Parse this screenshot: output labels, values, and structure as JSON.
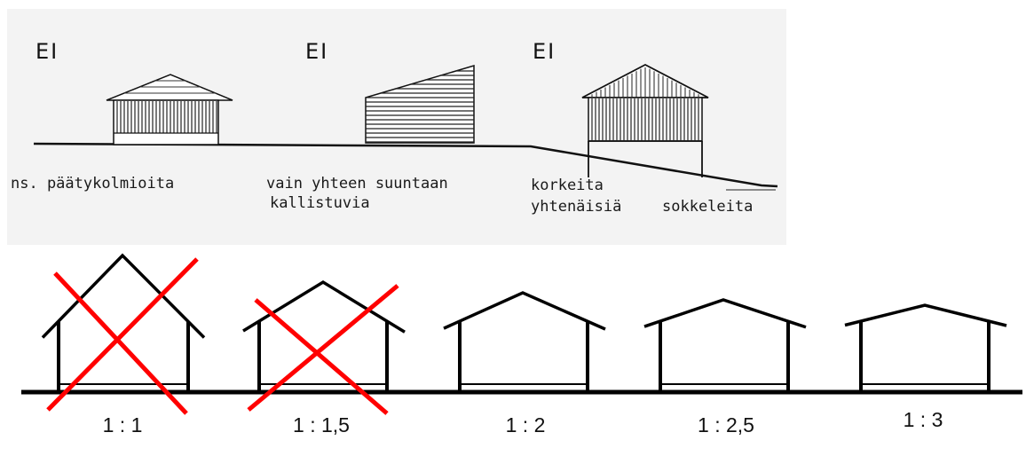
{
  "scan": {
    "ei_labels": [
      "EI",
      "EI",
      "EI"
    ],
    "captions": [
      "ns. päätykolmioita",
      "vain yhteen suuntaan",
      "kallistuvia",
      "korkeita",
      "yhtenäisiä",
      "sokkeleita"
    ]
  },
  "ratios": {
    "labels": [
      "1 : 1",
      "1 : 1,5",
      "1 : 2",
      "1 : 2,5",
      "1 : 3"
    ],
    "crossed_out": [
      true,
      true,
      false,
      false,
      false
    ],
    "cross_color": "#ff0000"
  }
}
